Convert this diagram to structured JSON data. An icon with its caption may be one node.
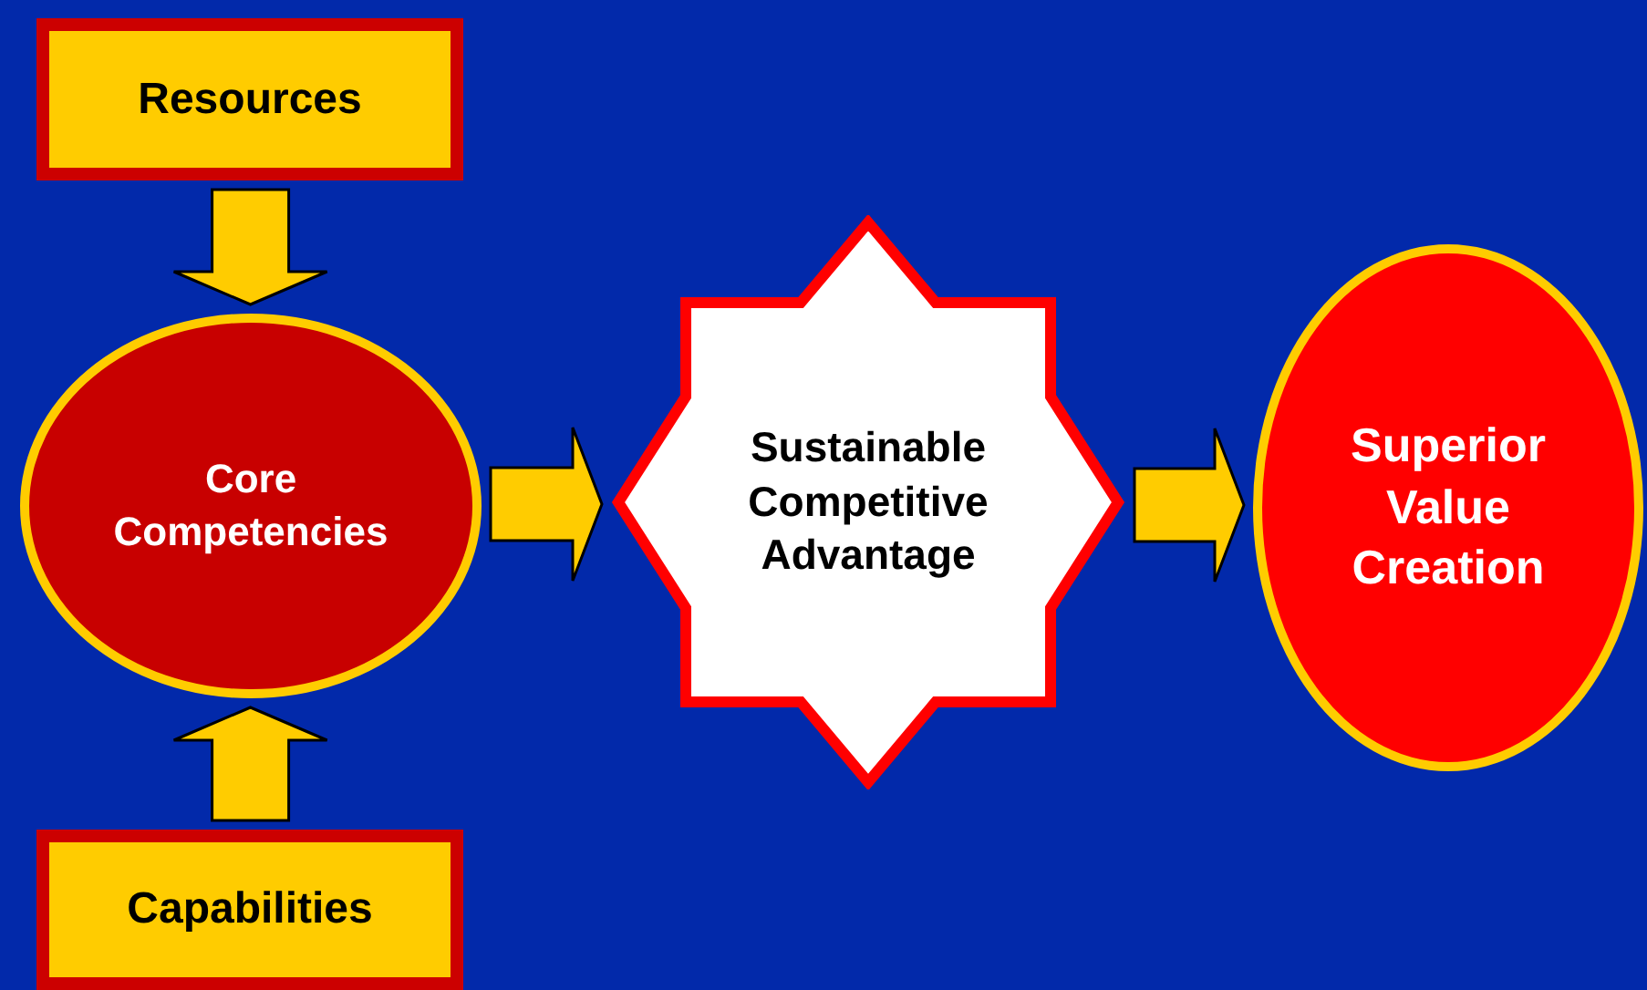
{
  "diagram": {
    "nodes": [
      {
        "text": [
          "Resources"
        ]
      },
      {
        "text": [
          "Core Competencies"
        ]
      },
      {
        "text": [
          "Capabilities"
        ]
      },
      {
        "text": [
          "Sustainable Competitive Advantage"
        ]
      },
      {
        "text": [
          "Superior Value Creation"
        ]
      }
    ],
    "edges": [
      {
        "from": 0,
        "to": 1,
        "arrow": "to"
      },
      {
        "from": 2,
        "to": 1,
        "arrow": "to"
      },
      {
        "from": 1,
        "to": 3,
        "arrow": "to"
      },
      {
        "from": 3,
        "to": 4,
        "arrow": "to"
      }
    ]
  }
}
